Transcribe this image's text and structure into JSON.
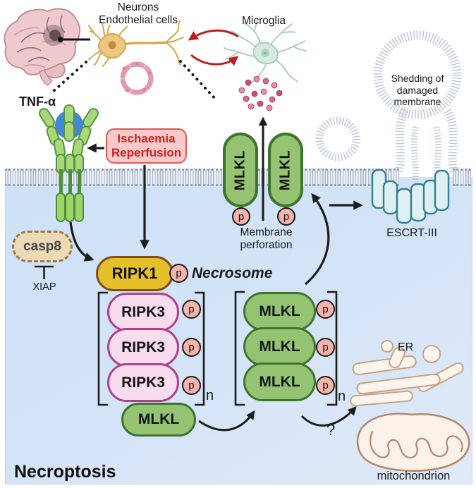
{
  "title": "Necroptosis",
  "upper": {
    "cells_label_line1": "Neurons",
    "cells_label_line2": "Endothelial cells",
    "microglia_label": "Microglia",
    "tnf_label": "TNF-α"
  },
  "stimulus": {
    "line1": "Ischaemia",
    "line2": "Reperfusion"
  },
  "apoptosis_checkpoint": {
    "casp8": "casp8",
    "xiap": "XIAP"
  },
  "necrosome": {
    "label": "Necrosome",
    "ripk1": "RIPK1",
    "ripk3": "RIPK3",
    "mlkl": "MLKL",
    "phospho": "p",
    "oligomer_n": "n"
  },
  "membrane_zone": {
    "mlkl": "MLKL",
    "phospho": "p",
    "perforation_line1": "Membrane",
    "perforation_line2": "perforation",
    "shedding_line1": "Shedding of",
    "shedding_line2": "damaged",
    "shedding_line3": "membrane",
    "escrt": "ESCRT-III"
  },
  "organelles": {
    "er": "ER",
    "mitochondrion": "mitochondrion",
    "unknown_mechanism": "?"
  },
  "colors": {
    "cytosol": "#d3e3f6",
    "membrane_gray": "#a8b4c7",
    "mlkl_green": "#94c471",
    "mlkl_border": "#3e7330",
    "ripk3_pink": "#f9dcee",
    "ripk3_border": "#b23f85",
    "ripk1_gold": "#e6c02a",
    "ripk1_border": "#7d4e1b",
    "phospho_pink": "#f4b3ab",
    "stimulus_red": "#d92020",
    "stimulus_fill": "#f9caca",
    "casp8_tan": "#ecd9b6",
    "escrt_teal": "#def0f2",
    "escrt_border": "#35808f",
    "receptor_green": "#a9d87a",
    "tnf_blue": "#4486d8",
    "microglia_teal": "#d7eade",
    "neuron_gold": "#ecc77f",
    "brain_pink": "#efc9cd",
    "signal_red": "#c01a1e"
  }
}
